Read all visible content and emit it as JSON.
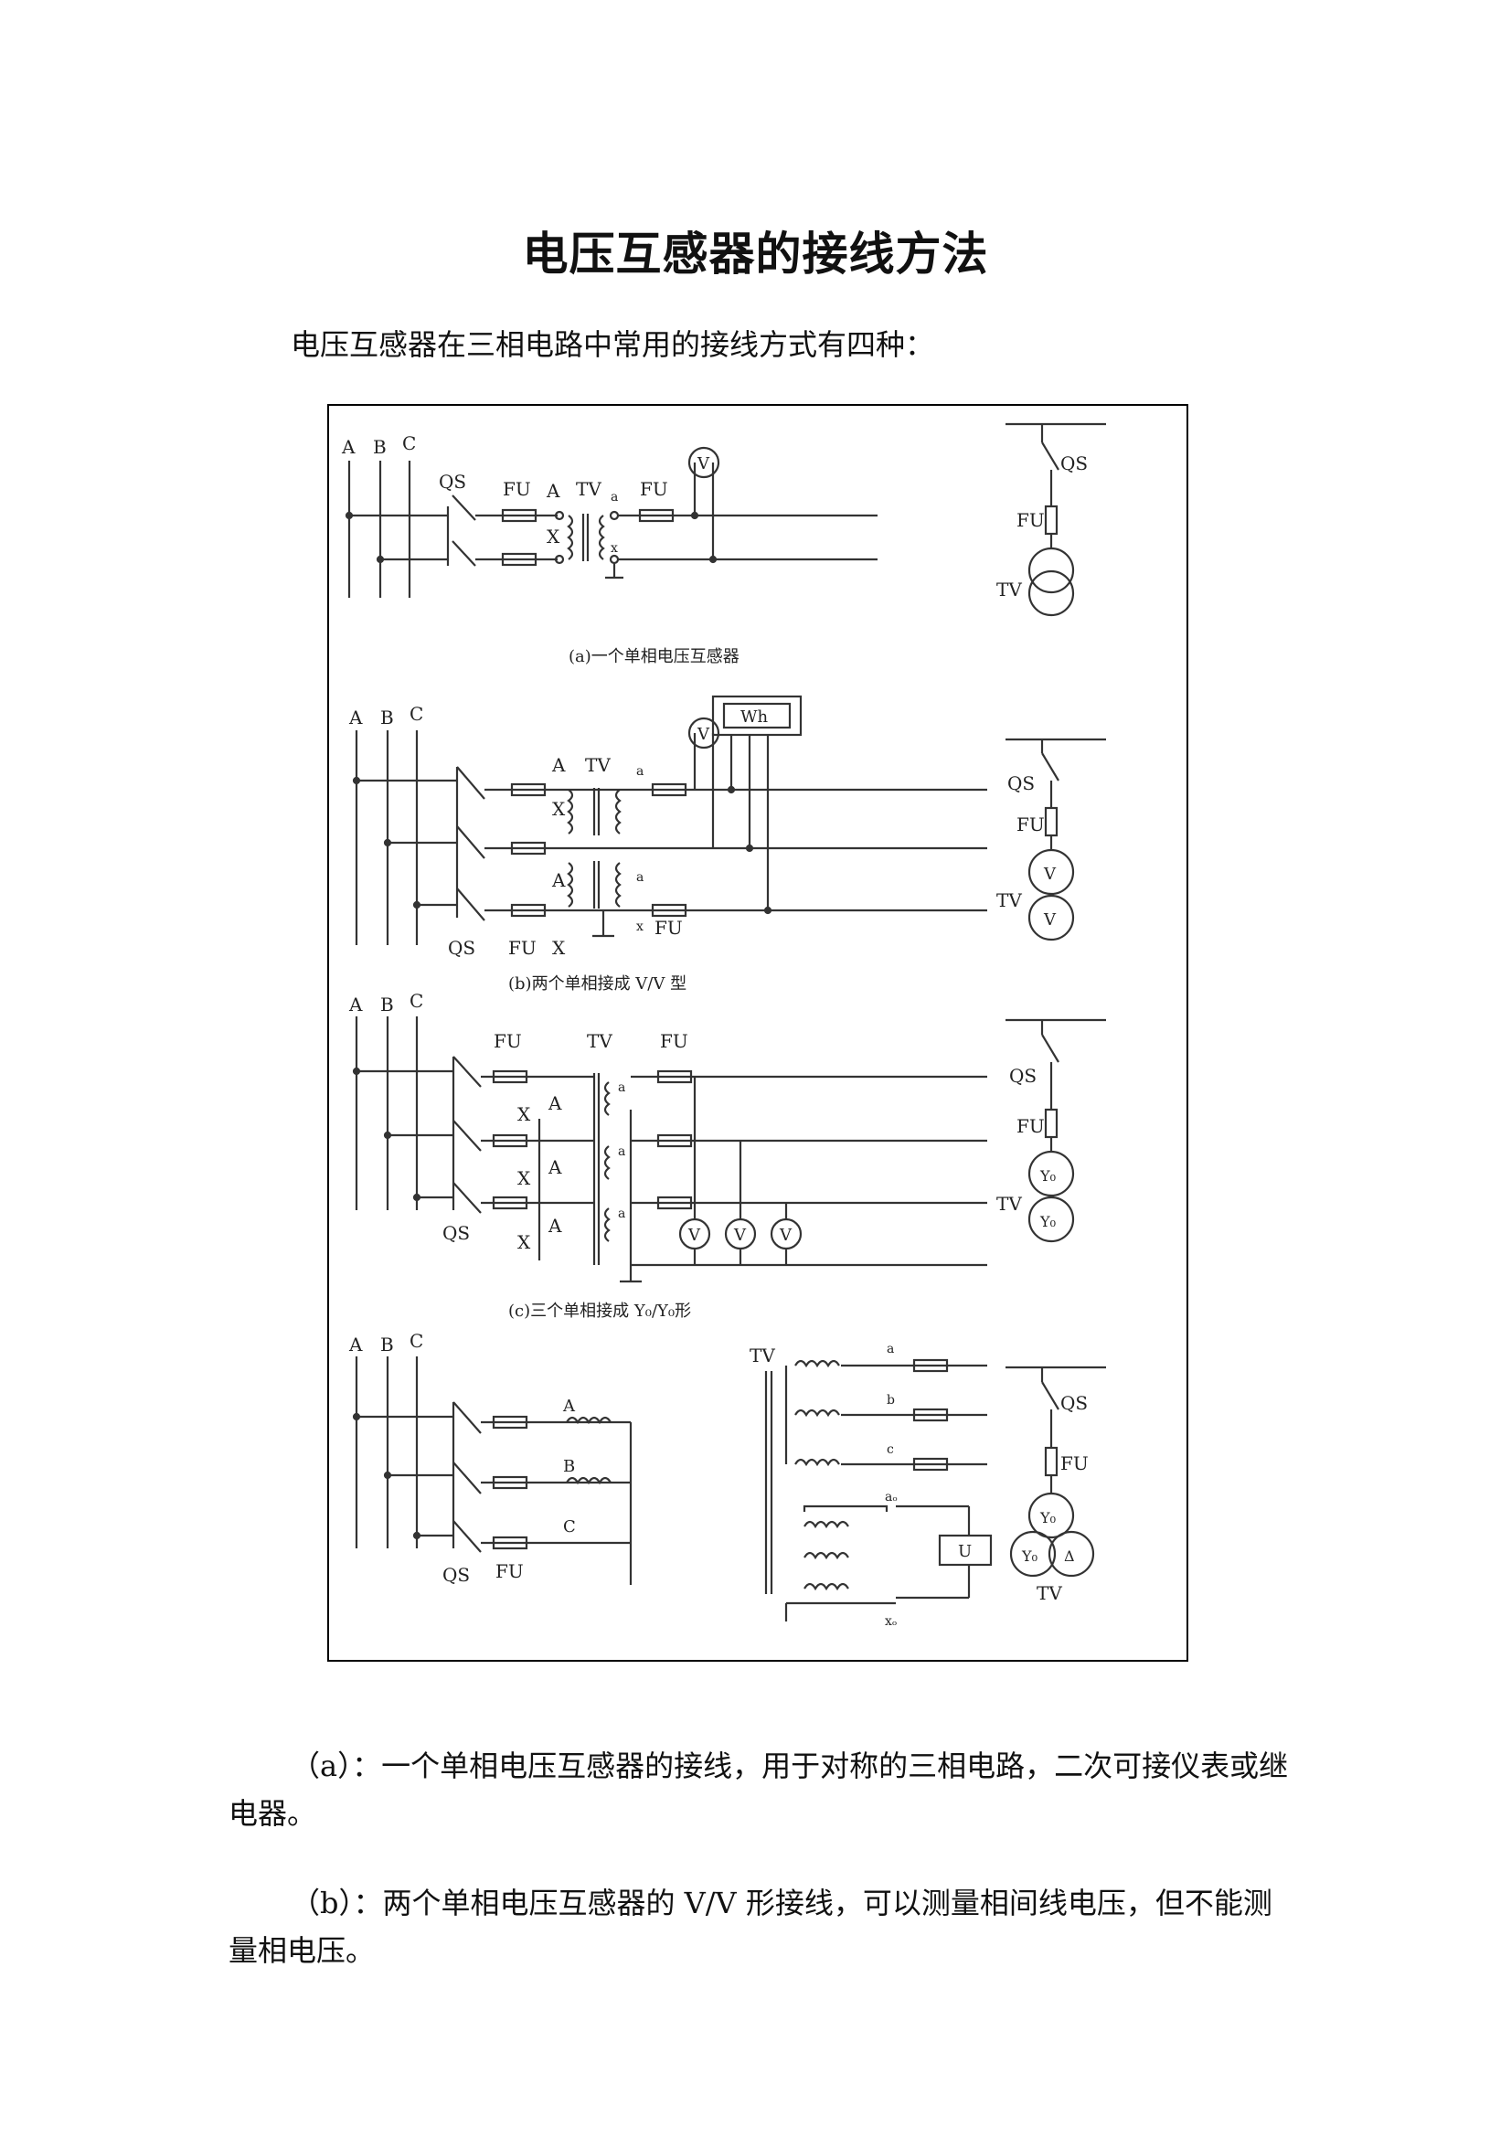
{
  "title": "电压互感器的接线方法",
  "intro": "电压互感器在三相电路中常用的接线方式有四种：",
  "figure": {
    "caption_a": "(a)一个单相电压互感器",
    "caption_b": "(b)两个单相接成 V/V 型",
    "caption_c": "(c)三个单相接成 Y₀/Y₀形",
    "labels": {
      "A": "A",
      "B": "B",
      "C": "C",
      "QS": "QS",
      "FU": "FU",
      "TV": "TV",
      "X": "X",
      "a": "a",
      "b": "b",
      "c": "c",
      "x": "x",
      "V": "V",
      "Wh": "Wh",
      "U": "U",
      "a_d": "aₒ",
      "x_d": "xₒ",
      "Y0": "Y₀",
      "delta": "Δ"
    }
  },
  "paragraphs": [
    "（a）：一个单相电压互感器的接线，用于对称的三相电路，二次可接仪表或继电器。",
    "（b）：两个单相电压互感器的 V/V 形接线，可以测量相间线电压，但不能测量相电压。"
  ]
}
